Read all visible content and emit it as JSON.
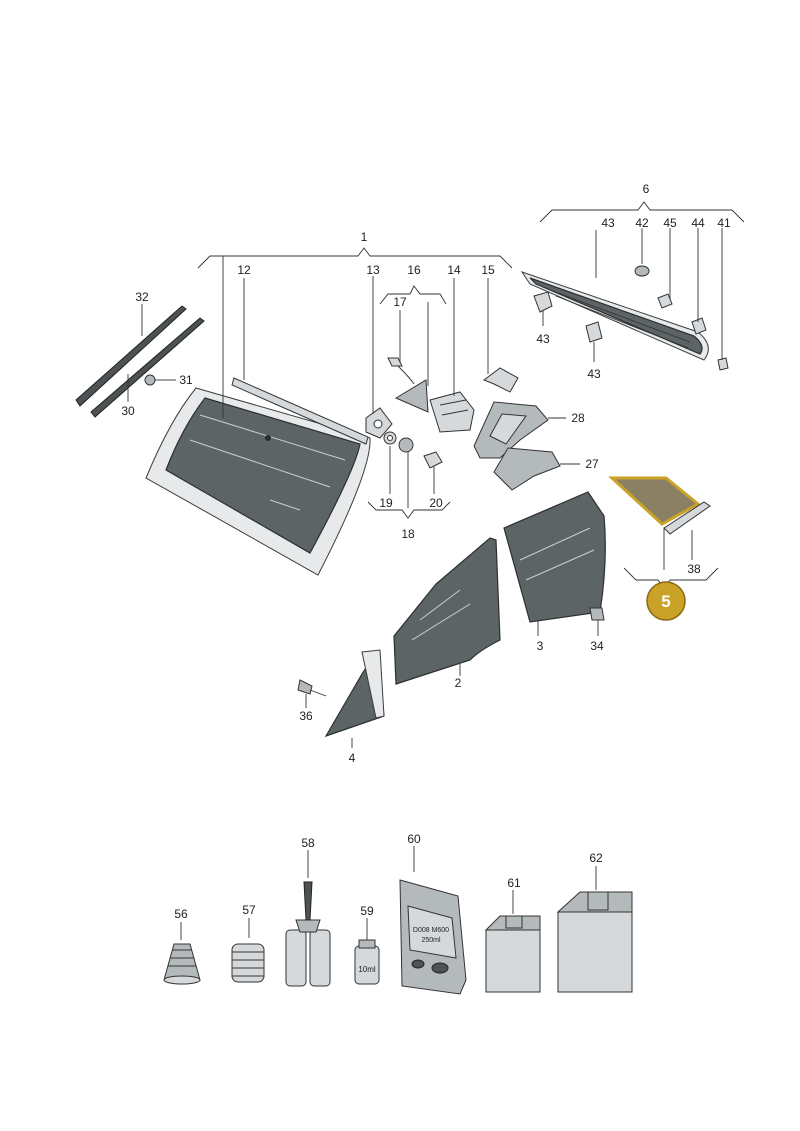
{
  "labels": {
    "l1": "1",
    "l2": "2",
    "l3": "3",
    "l4": "4",
    "l5": "5",
    "l6": "6",
    "l12": "12",
    "l13": "13",
    "l14": "14",
    "l15": "15",
    "l16": "16",
    "l17": "17",
    "l18": "18",
    "l19": "19",
    "l20": "20",
    "l27": "27",
    "l28": "28",
    "l30": "30",
    "l31": "31",
    "l32": "32",
    "l34": "34",
    "l36": "36",
    "l38": "38",
    "l41": "41",
    "l42": "42",
    "l43a": "43",
    "l43b": "43",
    "l43c": "43",
    "l44": "44",
    "l45": "45",
    "l56": "56",
    "l57": "57",
    "l58": "58",
    "l59": "59",
    "l60": "60",
    "l61": "61",
    "l62": "62"
  },
  "packaging": {
    "bag_text_line1": "D008 M600",
    "bag_text_line2": "250ml",
    "bottle_text": "10ml"
  },
  "highlight": {
    "part": "5",
    "color": "#c9a227"
  }
}
